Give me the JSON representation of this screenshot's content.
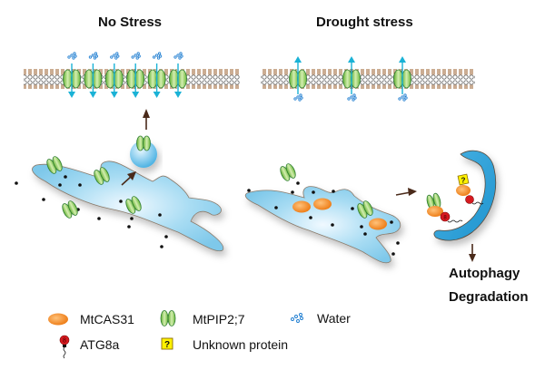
{
  "panels": {
    "left": {
      "title": "No Stress",
      "channels": 6,
      "water_direction": "into cell"
    },
    "right": {
      "title": "Drought stress",
      "channels": 3,
      "water_direction": "out of cell"
    }
  },
  "outcome": {
    "line1": "Autophagy",
    "line2": "Degradation"
  },
  "legend": {
    "items": [
      {
        "key": "mtcas31",
        "label": "MtCAS31"
      },
      {
        "key": "mtpip27",
        "label": "MtPIP2;7"
      },
      {
        "key": "water",
        "label": "Water"
      },
      {
        "key": "atg8a",
        "label": "ATG8a"
      },
      {
        "key": "unknown",
        "label": "Unknown protein",
        "glyph": "?"
      }
    ]
  },
  "colors": {
    "membrane_head": "#9a9a9a",
    "membrane_tail": "#a0693a",
    "channel_green": "#8cc63f",
    "channel_stroke": "#2e7d32",
    "water_blue": "#1ab2d6",
    "er_blue": "#7ec8ea",
    "cas31_orange": "#f08a24",
    "atg8_red": "#d7191f",
    "arrow_brown": "#4a2a1a",
    "unknown_yellow": "#fff200"
  }
}
